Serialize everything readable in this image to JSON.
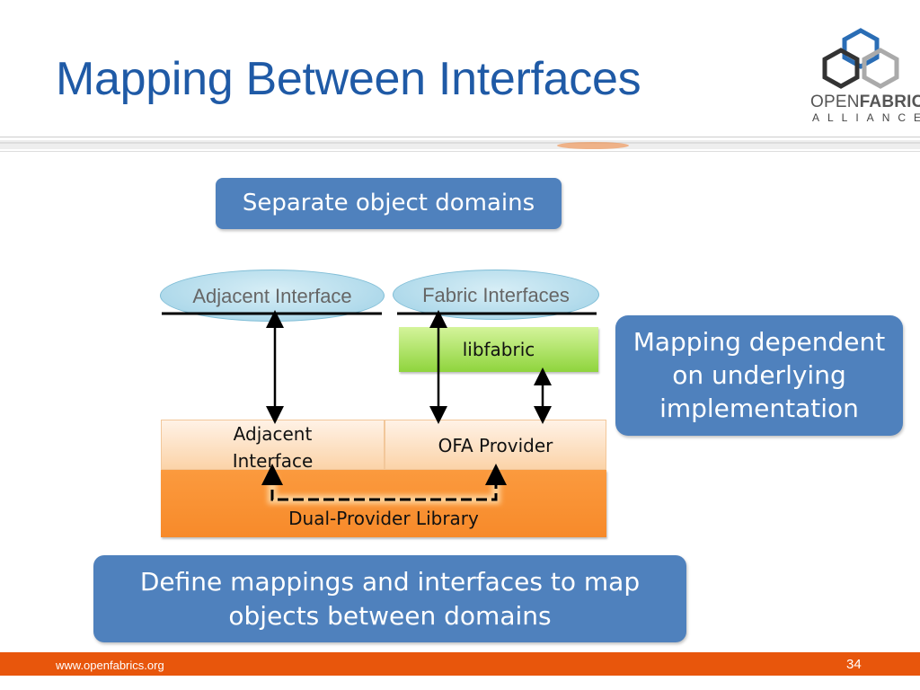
{
  "slide": {
    "title": "Mapping Between Interfaces",
    "logo": {
      "line1_open": "OPEN",
      "line1_fabrics": "FABRICS",
      "line2": "ALLIANCE"
    },
    "footer": {
      "url": "www.openfabrics.org",
      "page_number": "34"
    }
  },
  "callouts": {
    "separate": "Separate object domains",
    "mapping_dependent": [
      "Mapping dependent",
      "on underlying",
      "implementation"
    ],
    "define": [
      "Define mappings and interfaces to map",
      "objects between domains"
    ]
  },
  "diagram": {
    "adjacent_interface_ellipse": "Adjacent Interface",
    "fabric_interfaces_ellipse": "Fabric Interfaces",
    "libfabric": "libfabric",
    "adjacent_interface_cell": [
      "Adjacent",
      "Interface"
    ],
    "ofa_provider": "OFA Provider",
    "dual_provider_library": "Dual-Provider Library"
  },
  "colors": {
    "title": "#1f5aa6",
    "callout_fill": "#4f81bd",
    "libfabric_fill": "#8fd43d",
    "provider_fill": "#f78a2a",
    "footer_bar": "#e8560c"
  }
}
